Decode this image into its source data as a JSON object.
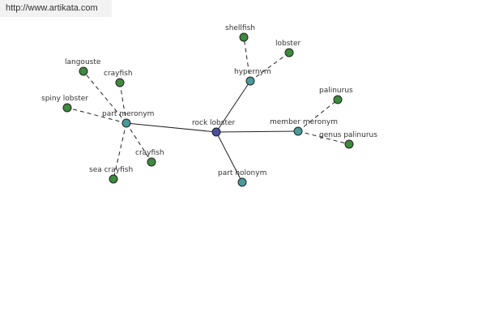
{
  "site": {
    "url": "http://www.artikata.com"
  },
  "colors": {
    "center": "#4a4ea0",
    "relation": "#4a9a9a",
    "leaf": "#3e8a3e",
    "edge": "#222222",
    "label": "#333333"
  },
  "graph": {
    "nodes": [
      {
        "id": "rock-lobster",
        "label": "rock lobster",
        "kind": "center"
      },
      {
        "id": "hypernym",
        "label": "hypernym",
        "kind": "relation"
      },
      {
        "id": "part-meronym",
        "label": "part meronym",
        "kind": "relation"
      },
      {
        "id": "member-meronym",
        "label": "member meronym",
        "kind": "relation"
      },
      {
        "id": "part-holonym",
        "label": "part holonym",
        "kind": "relation"
      },
      {
        "id": "shellfish",
        "label": "shellfish",
        "kind": "leaf"
      },
      {
        "id": "lobster",
        "label": "lobster",
        "kind": "leaf"
      },
      {
        "id": "langouste",
        "label": "langouste",
        "kind": "leaf"
      },
      {
        "id": "crayfish-1",
        "label": "crayfish",
        "kind": "leaf"
      },
      {
        "id": "spiny-lobster",
        "label": "spiny lobster",
        "kind": "leaf"
      },
      {
        "id": "crayfish-2",
        "label": "crayfish",
        "kind": "leaf"
      },
      {
        "id": "sea-crayfish",
        "label": "sea crayfish",
        "kind": "leaf"
      },
      {
        "id": "palinurus",
        "label": "palinurus",
        "kind": "leaf"
      },
      {
        "id": "genus-palinurus",
        "label": "genus palinurus",
        "kind": "leaf"
      }
    ],
    "edges": [
      {
        "from": "rock-lobster",
        "to": "hypernym",
        "style": "solid"
      },
      {
        "from": "rock-lobster",
        "to": "part-meronym",
        "style": "solid"
      },
      {
        "from": "rock-lobster",
        "to": "member-meronym",
        "style": "solid"
      },
      {
        "from": "rock-lobster",
        "to": "part-holonym",
        "style": "solid"
      },
      {
        "from": "hypernym",
        "to": "shellfish",
        "style": "dashed"
      },
      {
        "from": "hypernym",
        "to": "lobster",
        "style": "dashed"
      },
      {
        "from": "part-meronym",
        "to": "langouste",
        "style": "dashed"
      },
      {
        "from": "part-meronym",
        "to": "crayfish-1",
        "style": "dashed"
      },
      {
        "from": "part-meronym",
        "to": "spiny-lobster",
        "style": "dashed"
      },
      {
        "from": "part-meronym",
        "to": "crayfish-2",
        "style": "dashed"
      },
      {
        "from": "part-meronym",
        "to": "sea-crayfish",
        "style": "dashed"
      },
      {
        "from": "member-meronym",
        "to": "palinurus",
        "style": "dashed"
      },
      {
        "from": "member-meronym",
        "to": "genus-palinurus",
        "style": "dashed"
      }
    ]
  }
}
